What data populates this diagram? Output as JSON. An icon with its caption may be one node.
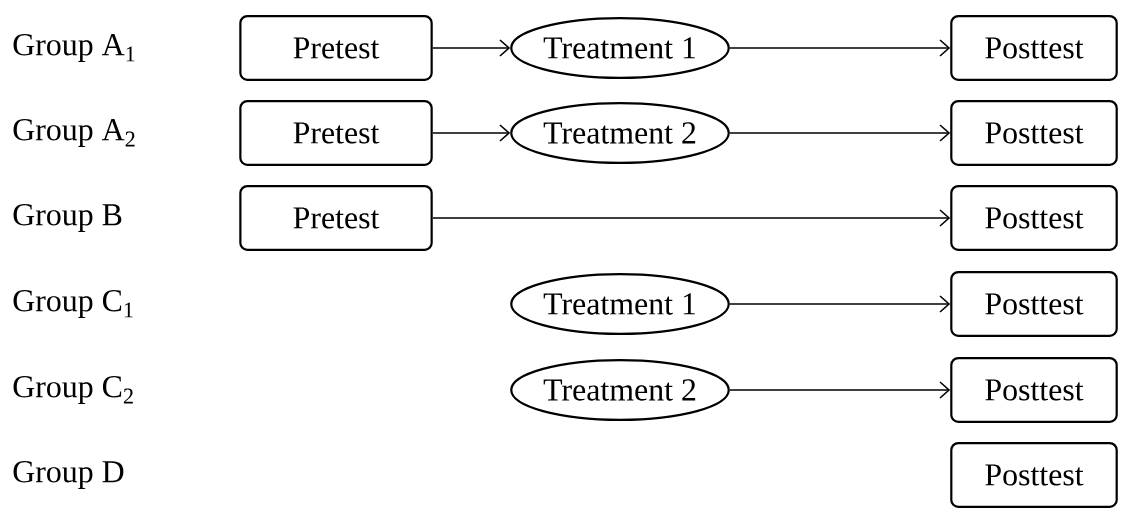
{
  "diagram": {
    "nodes": [
      {
        "text": [
          "Pretest"
        ]
      },
      {
        "text": [
          "Treatment 1"
        ]
      },
      {
        "text": [
          "Posttest"
        ]
      },
      {
        "text": [
          "Pretest"
        ]
      },
      {
        "text": [
          "Treatment 2"
        ]
      },
      {
        "text": [
          "Posttest"
        ]
      },
      {
        "text": [
          "Pretest"
        ]
      },
      {
        "text": [
          "Posttest"
        ]
      },
      {
        "text": [
          "Treatment 1"
        ]
      },
      {
        "text": [
          "Posttest"
        ]
      },
      {
        "text": [
          "Treatment 2"
        ]
      },
      {
        "text": [
          "Posttest"
        ]
      },
      {
        "text": [
          "Posttest"
        ]
      }
    ],
    "edges": [
      {
        "from": 0,
        "to": 1,
        "arrow": "to"
      },
      {
        "from": 1,
        "to": 2,
        "arrow": "to"
      },
      {
        "from": 3,
        "to": 4,
        "arrow": "to"
      },
      {
        "from": 4,
        "to": 5,
        "arrow": "to"
      },
      {
        "from": 6,
        "to": 7,
        "arrow": "to"
      },
      {
        "from": 8,
        "to": 9,
        "arrow": "to"
      },
      {
        "from": 10,
        "to": 11,
        "arrow": "to"
      }
    ],
    "labels": [
      "Group A$_{1}$",
      "Group A$_{2}$",
      "Group B",
      "Group C$_{1}$",
      "Group C$_{2}$",
      "Group D"
    ]
  }
}
